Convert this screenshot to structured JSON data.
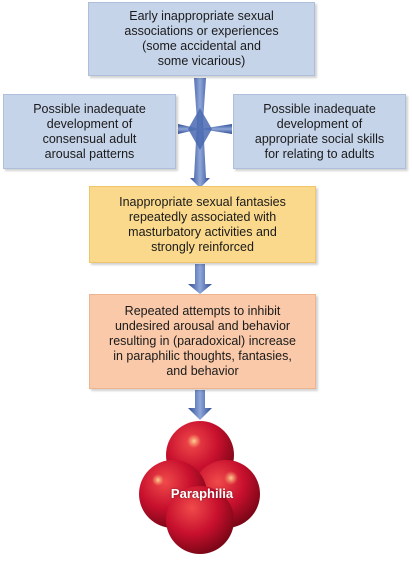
{
  "boxes": {
    "top": "Early inappropriate sexual\nassociations or experiences\n(some accidental and\nsome vicarious)",
    "left": "Possible inadequate\ndevelopment of\nconsensual adult\narousal patterns",
    "right": "Possible inadequate\ndevelopment of\nappropriate social skills\nfor relating to adults",
    "middle": "Inappropriate sexual fantasies\nrepeatedly associated with\nmasturbatory activities and\nstrongly reinforced",
    "bottom": "Repeated attempts to inhibit\nundesired arousal and behavior\nresulting in (paradoxical) increase\nin paraphilic thoughts, fantasies,\nand behavior"
  },
  "result_label": "Paraphilia",
  "colors": {
    "blue_box": "#c6d4ea",
    "yellow_box": "#fbd98c",
    "peach_box": "#f9c9a9",
    "arrow": "#3f5ea8",
    "sphere": "#c8102e"
  }
}
